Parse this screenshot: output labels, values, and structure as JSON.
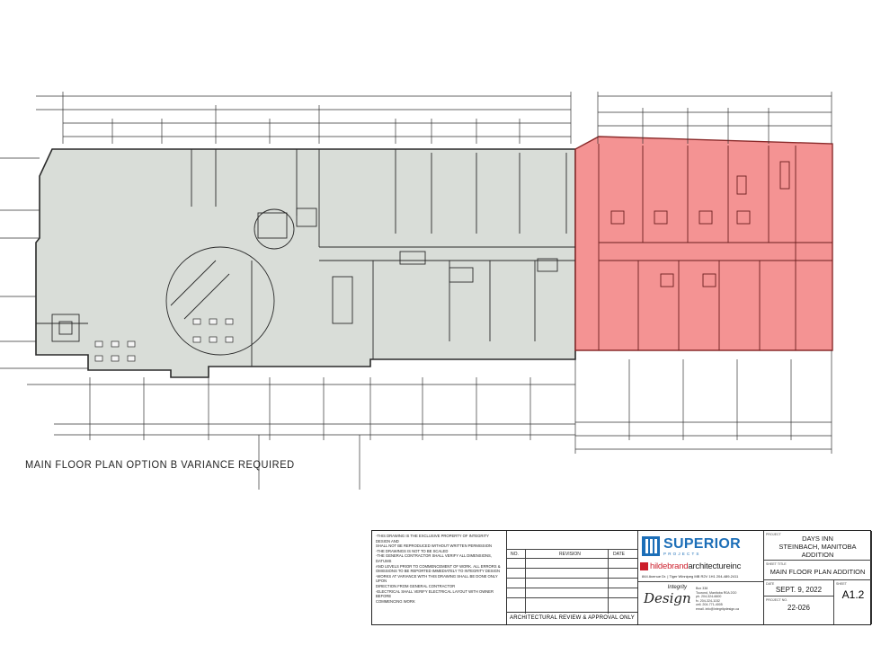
{
  "drawing": {
    "caption": "MAIN FLOOR PLAN OPTION B VARIANCE REQUIRED",
    "colors": {
      "line": "#2a2a2a",
      "existing_fill": "#d9ddd8",
      "addition_fill": "#f28080"
    }
  },
  "title_block": {
    "general_notes": [
      "-THIS DRAWING IS THE EXCLUSIVE PROPERTY OF INTEGRITY DESIGN AND",
      "SHALL NOT BE REPRODUCED WITHOUT WRITTEN PERMISSION",
      "-THE DRAWINGS IS NOT TO BE SCALED",
      "-THE GENERAL CONTRACTOR SHALL VERIFY ALL DIMENSIONS, DATUMS",
      "AND LEVELS PRIOR TO COMMENCEMENT OF WORK. ALL ERRORS &",
      "OMISSIONS TO BE REPORTED IMMEDIATELY TO INTEGRITY DESIGN",
      "-WORKS AT VARIANCE WITH THIS DRAWING SHALL BE DONE ONLY UPON",
      "DIRECTION FROM GENERAL CONTRACTOR",
      "-ELECTRICAL SHALL VERIFY ELECTRICAL LAYOUT WITH OWNER BEFORE",
      "COMMENCING WORK"
    ],
    "revision_headers": {
      "no": "NO.",
      "revision": "REVISION",
      "date": "DATE"
    },
    "approval": "ARCHITECTURAL REVIEW & APPROVAL ONLY",
    "superior": {
      "name": "SUPERIOR",
      "sub": "PROJECTS"
    },
    "hildebrand": {
      "name_a": "hildebrand",
      "name_b": "architectureinc",
      "address": "844 Avenue Dr. | Tiger Winnipeg MB  R2V 1H1  204-489-2411"
    },
    "integrity": {
      "top": "Integrity",
      "main": "Design",
      "info": [
        "Box 338",
        "Tourond, Manitoba  R0A 2G0",
        "ph. 204-324-6600",
        "fx. 204-324-1152",
        "cell. 204-771-4005",
        "email. info@integritydesign.ca"
      ]
    },
    "project": {
      "lines": [
        "DAYS INN",
        "STEINBACH, MANITOBA",
        "ADDITION"
      ],
      "sheet_title": "MAIN FLOOR PLAN ADDITION",
      "date": "SEPT. 9, 2022",
      "project_no": "22-026",
      "sheet_no": "A1.2",
      "tiny_project": "PROJECT",
      "tiny_title": "SHEET TITLE",
      "tiny_date": "DATE",
      "tiny_projno": "PROJECT NO.",
      "tiny_sheet": "SHEET"
    }
  }
}
